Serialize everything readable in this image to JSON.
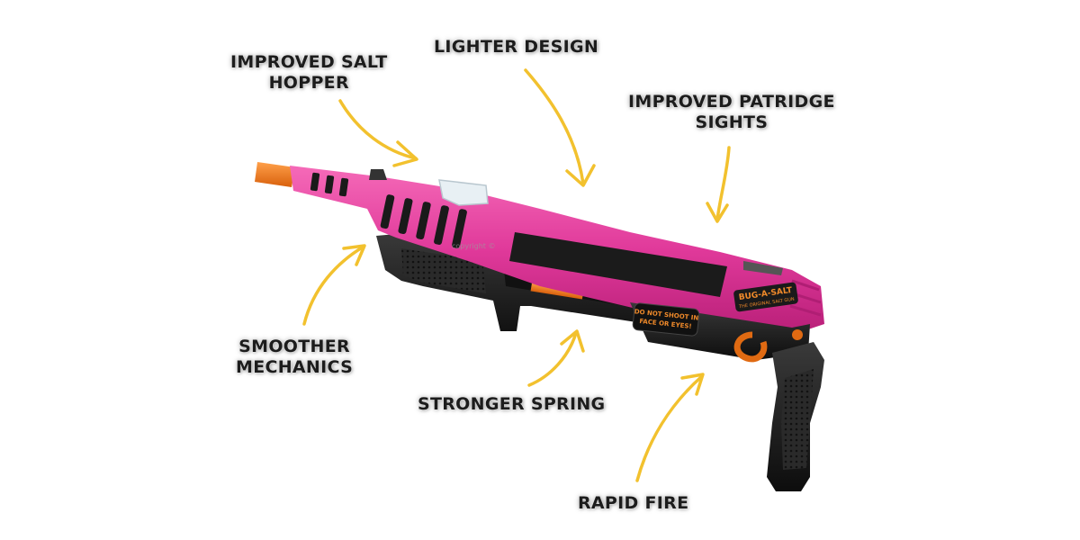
{
  "callouts": {
    "improved_salt_hopper": [
      "IMPROVED SALT",
      "HOPPER"
    ],
    "lighter_design": "LIGHTER DESIGN",
    "improved_patridge_sights": [
      "IMPROVED PATRIDGE",
      "SIGHTS"
    ],
    "smoother_mechanics": [
      "SMOOTHER",
      "MECHANICS"
    ],
    "stronger_spring": "STRONGER SPRING",
    "rapid_fire": "RAPID FIRE"
  },
  "product": {
    "brand_logo": "BUG-A-SALT",
    "brand_tagline": "THE ORIGINAL SALT GUN",
    "warning_line1": "DO NOT SHOOT IN",
    "warning_line2": "FACE OR EYES!",
    "watermark_copyright": "copyright ©",
    "body_color": "#e0399a",
    "trim_color": "#1a1a1a",
    "tip_color": "#f07a1a",
    "arrow_color": "#f2c12e"
  }
}
